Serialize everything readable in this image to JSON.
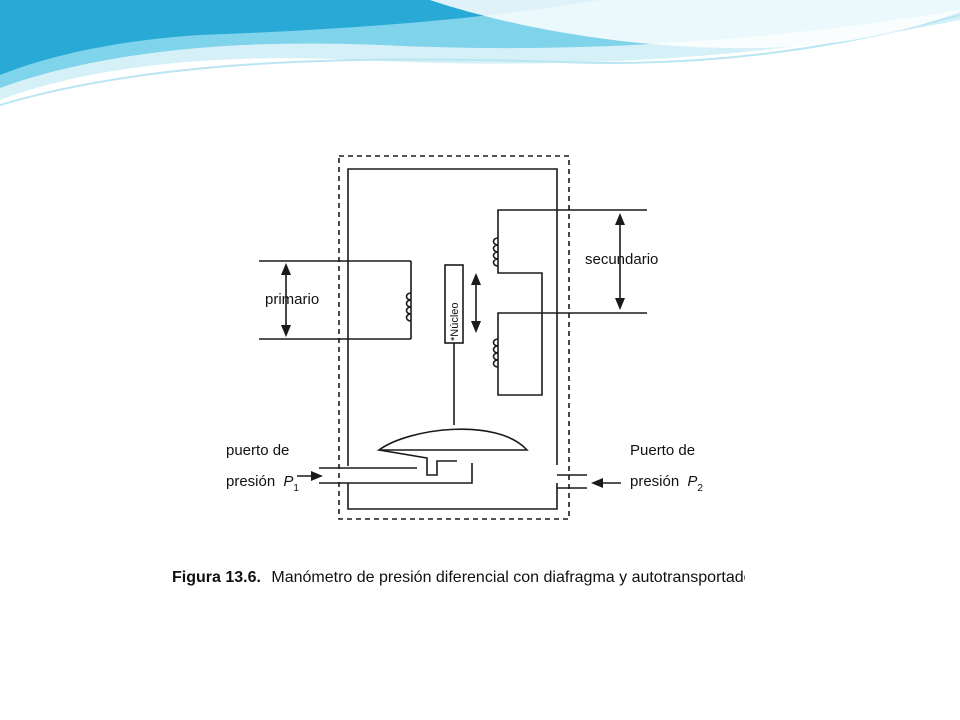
{
  "slide": {
    "theme_colors": {
      "light": "#d6f0f7",
      "mid": "#7fd3ea",
      "deep": "#29a9d6",
      "line": "#b9e6f2"
    }
  },
  "diagram": {
    "labels": {
      "primario": "primario",
      "secundario": "secundario",
      "nucleo": "*Núcleo",
      "puerto_left_line1": "puerto de",
      "puerto_left_line2": "presión",
      "puerto_left_var": "P",
      "puerto_left_sub": "1",
      "puerto_right_line1": "Puerto de",
      "puerto_right_line2": "presión",
      "puerto_right_var": "P",
      "puerto_right_sub": "2"
    },
    "caption": {
      "label": "Figura 13.6.",
      "text": "Manómetro de presión diferencial con diafragma y autotransportador."
    }
  }
}
